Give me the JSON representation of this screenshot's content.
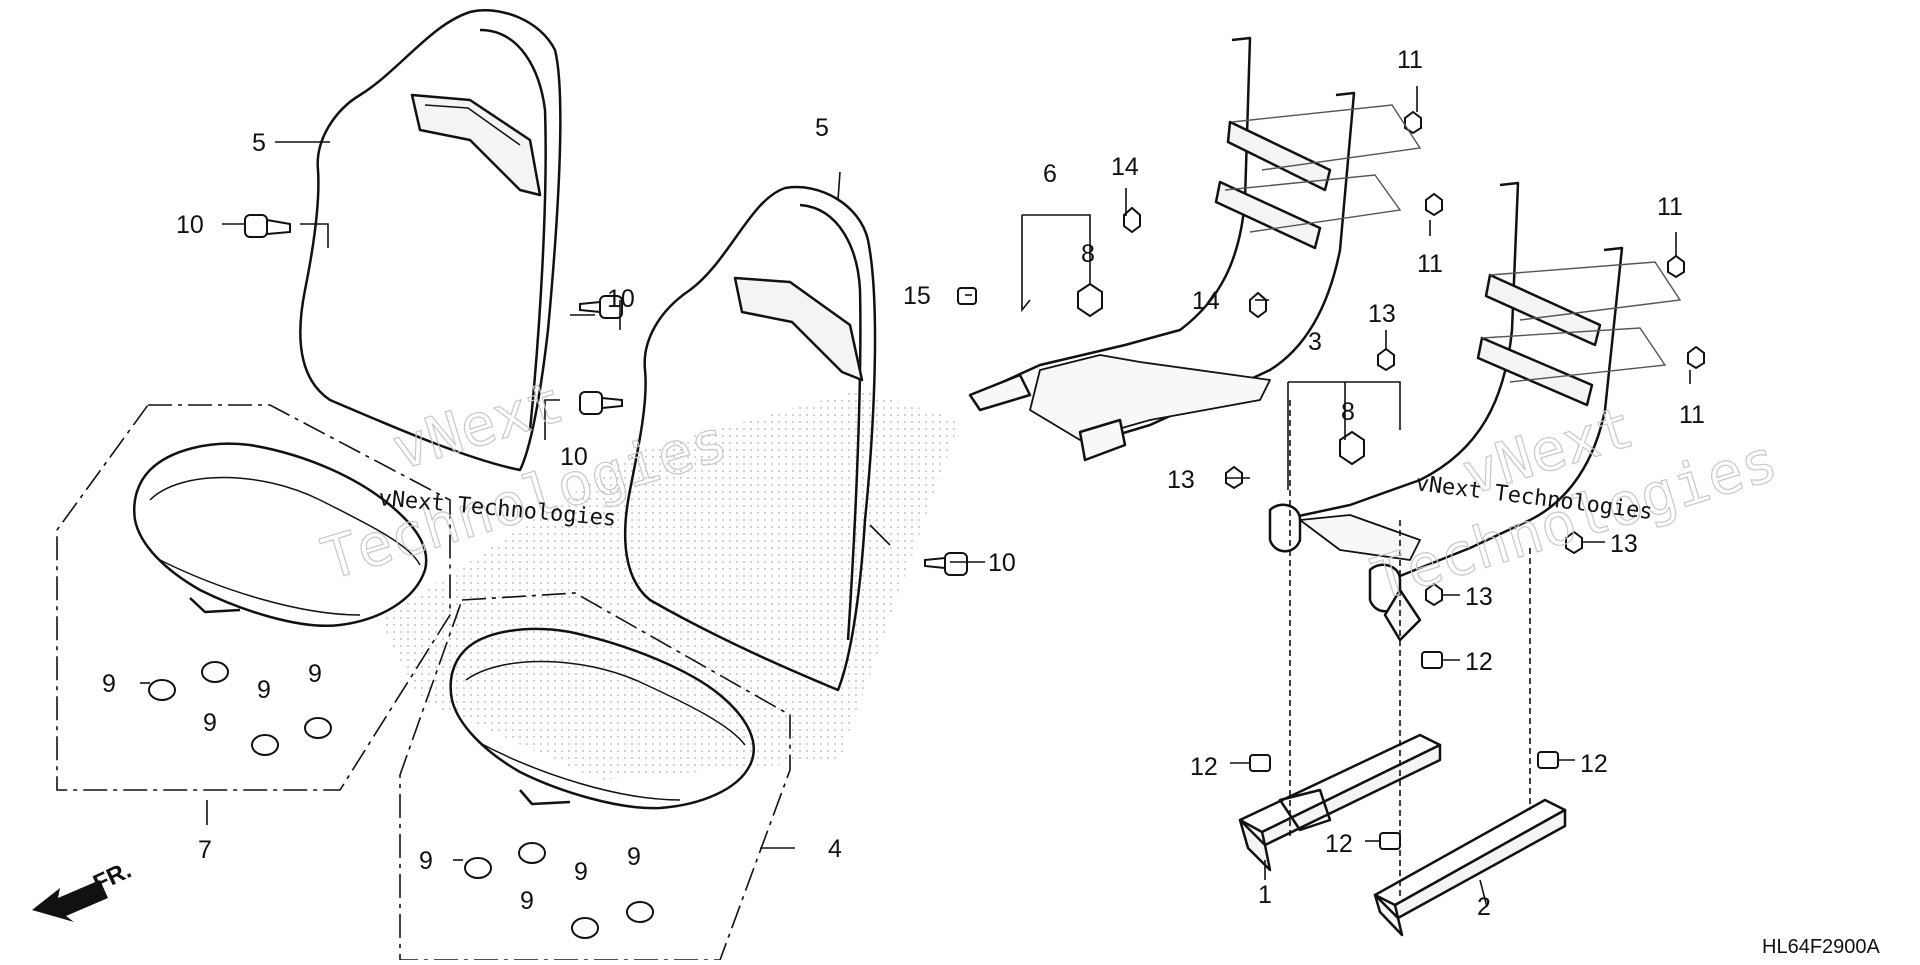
{
  "diagram_code": "HL64F2900A",
  "direction_indicator": "FR.",
  "watermark": {
    "line1": "vNext",
    "line2": "Technologies",
    "caption": "vNext Technologies"
  },
  "callouts": [
    {
      "id": "c5a",
      "text": "5"
    },
    {
      "id": "c10a",
      "text": "10"
    },
    {
      "id": "c10b",
      "text": "10"
    },
    {
      "id": "c10c",
      "text": "10"
    },
    {
      "id": "c10d",
      "text": "10"
    },
    {
      "id": "c5b",
      "text": "5"
    },
    {
      "id": "c7",
      "text": "7"
    },
    {
      "id": "c9a",
      "text": "9"
    },
    {
      "id": "c9b",
      "text": "9"
    },
    {
      "id": "c9c",
      "text": "9"
    },
    {
      "id": "c9d",
      "text": "9"
    },
    {
      "id": "c4",
      "text": "4"
    },
    {
      "id": "c9e",
      "text": "9"
    },
    {
      "id": "c9f",
      "text": "9"
    },
    {
      "id": "c9g",
      "text": "9"
    },
    {
      "id": "c9h",
      "text": "9"
    },
    {
      "id": "c6",
      "text": "6"
    },
    {
      "id": "c8a",
      "text": "8"
    },
    {
      "id": "c14a",
      "text": "14"
    },
    {
      "id": "c14b",
      "text": "14"
    },
    {
      "id": "c15",
      "text": "15"
    },
    {
      "id": "c11a",
      "text": "11"
    },
    {
      "id": "c11b",
      "text": "11"
    },
    {
      "id": "c11c",
      "text": "11"
    },
    {
      "id": "c11d",
      "text": "11"
    },
    {
      "id": "c3",
      "text": "3"
    },
    {
      "id": "c8b",
      "text": "8"
    },
    {
      "id": "c13a",
      "text": "13"
    },
    {
      "id": "c13b",
      "text": "13"
    },
    {
      "id": "c13c",
      "text": "13"
    },
    {
      "id": "c13d",
      "text": "13"
    },
    {
      "id": "c12a",
      "text": "12"
    },
    {
      "id": "c12b",
      "text": "12"
    },
    {
      "id": "c12c",
      "text": "12"
    },
    {
      "id": "c12d",
      "text": "12"
    },
    {
      "id": "c1",
      "text": "1"
    },
    {
      "id": "c2",
      "text": "2"
    }
  ]
}
